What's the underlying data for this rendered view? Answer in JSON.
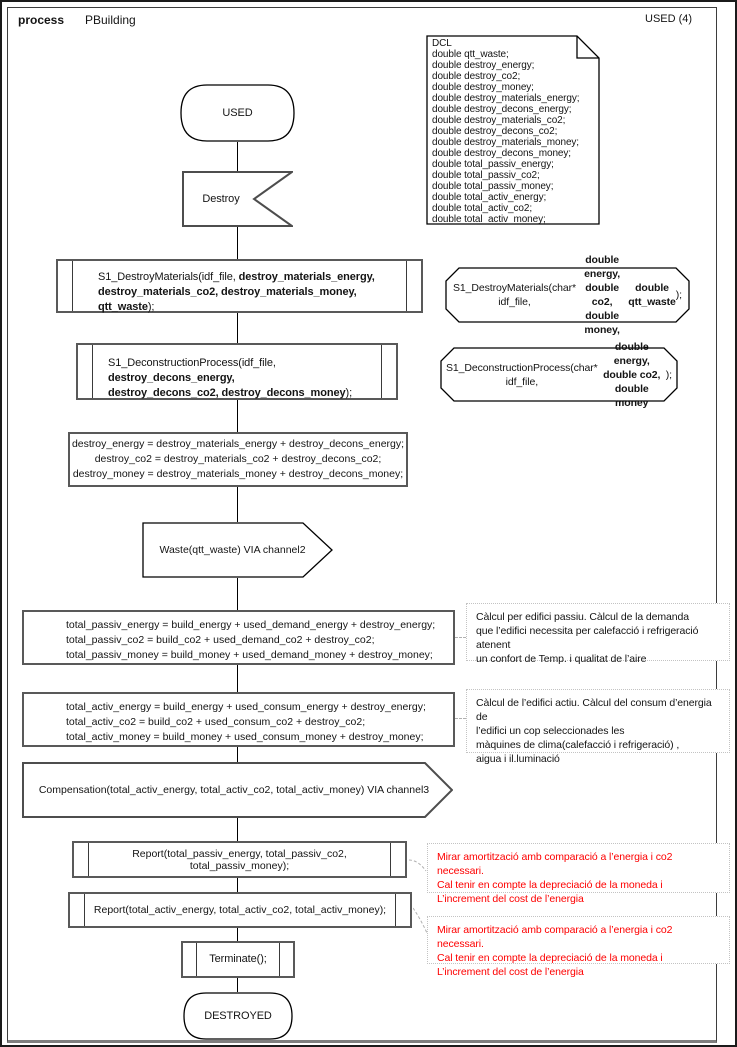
{
  "header": {
    "process_label": "process",
    "process_name": "PBuilding",
    "page_ref": "USED (4)"
  },
  "dcl_note": {
    "text": "DCL\ndouble qtt_waste;\ndouble destroy_energy;\ndouble destroy_co2;\ndouble destroy_money;\ndouble destroy_materials_energy;\ndouble destroy_decons_energy;\ndouble destroy_materials_co2;\ndouble destroy_decons_co2;\ndouble destroy_materials_money;\ndouble destroy_decons_money;\ndouble total_passiv_energy;\ndouble total_passiv_co2;\ndouble total_passiv_money;\ndouble total_activ_energy;\ndouble total_activ_co2;\ndouble total_activ_money;"
  },
  "flow": {
    "start_state": "USED",
    "input_signal": "Destroy",
    "proc_call_1": [
      [
        {
          "t": "S1_DestroyMaterials(idf_file, "
        },
        {
          "t": "destroy_materials_energy,",
          "b": true
        }
      ],
      [
        {
          "t": "destroy_materials_co2, destroy_materials_money, qtt_waste",
          "b": true
        },
        {
          "t": ");"
        }
      ]
    ],
    "proc_call_2": [
      [
        {
          "t": "S1_DeconstructionProcess(idf_file, "
        },
        {
          "t": "destroy_decons_energy,",
          "b": true
        }
      ],
      [
        {
          "t": "destroy_decons_co2, destroy_decons_money",
          "b": true
        },
        {
          "t": ");"
        }
      ]
    ],
    "task_1": "destroy_energy = destroy_materials_energy + destroy_decons_energy;\ndestroy_co2 = destroy_materials_co2 + destroy_decons_co2;\ndestroy_money = destroy_materials_money + destroy_decons_money;",
    "output_waste": "Waste(qtt_waste) VIA channel2",
    "task_2": "total_passiv_energy = build_energy + used_demand_energy + destroy_energy;\ntotal_passiv_co2 = build_co2 + used_demand_co2 + destroy_co2;\ntotal_passiv_money =  build_money + used_demand_money + destroy_money;",
    "task_3": "total_activ_energy = build_energy + used_consum_energy + destroy_energy;\ntotal_activ_co2 =  build_co2 + used_consum_co2 + destroy_co2;\ntotal_activ_money = build_money + used_consum_money + destroy_money;",
    "output_compensation": "Compensation(total_activ_energy, total_activ_co2, total_activ_money) VIA channel3",
    "report_1": "Report(total_passiv_energy, total_passiv_co2, total_passiv_money);",
    "report_2": "Report(total_activ_energy, total_activ_co2, total_activ_money);",
    "terminate": "Terminate();",
    "end_state": "DESTROYED"
  },
  "declarations": {
    "proc_decl_1": [
      [
        {
          "t": "S1_DestroyMaterials(char* idf_file,"
        }
      ],
      [
        {
          "t": "double energy, double co2, double money,",
          "b": true
        }
      ],
      [
        {
          "t": "double qtt_waste",
          "b": true
        },
        {
          "t": ");"
        }
      ]
    ],
    "proc_decl_2": [
      [
        {
          "t": "S1_DeconstructionProcess(char* idf_file,"
        }
      ],
      [
        {
          "t": "double energy, double co2, double money",
          "b": true
        },
        {
          "t": ");"
        }
      ]
    ]
  },
  "comments": {
    "passive": "Càlcul per edifici passiu. Càlcul de la demanda\nque l’edifici necessita per calefacció i refrigeració atenent\nun confort de Temp.  i qualitat de l’aire",
    "active": "Càlcul de l’edifici actiu. Càlcul del consum d’energia de\nl’edifici un cop seleccionades les\nmàquines de clima(calefacció i refrigeració) ,\naigua i il.luminació",
    "red_1": "Mirar amortització amb comparació a l’energia i co2 necessari.\nCal tenir en compte la depreciació de la moneda i\nL’increment del cost de l’energia",
    "red_2": "Mirar amortització amb comparació a l’energia i co2 necessari.\nCal tenir en compte la depreciació de la moneda i\nL’increment del cost de l’energia"
  },
  "colors": {
    "annotation_red": "#ff0000",
    "line_black": "#000000",
    "box_border_gray": "#595959"
  }
}
